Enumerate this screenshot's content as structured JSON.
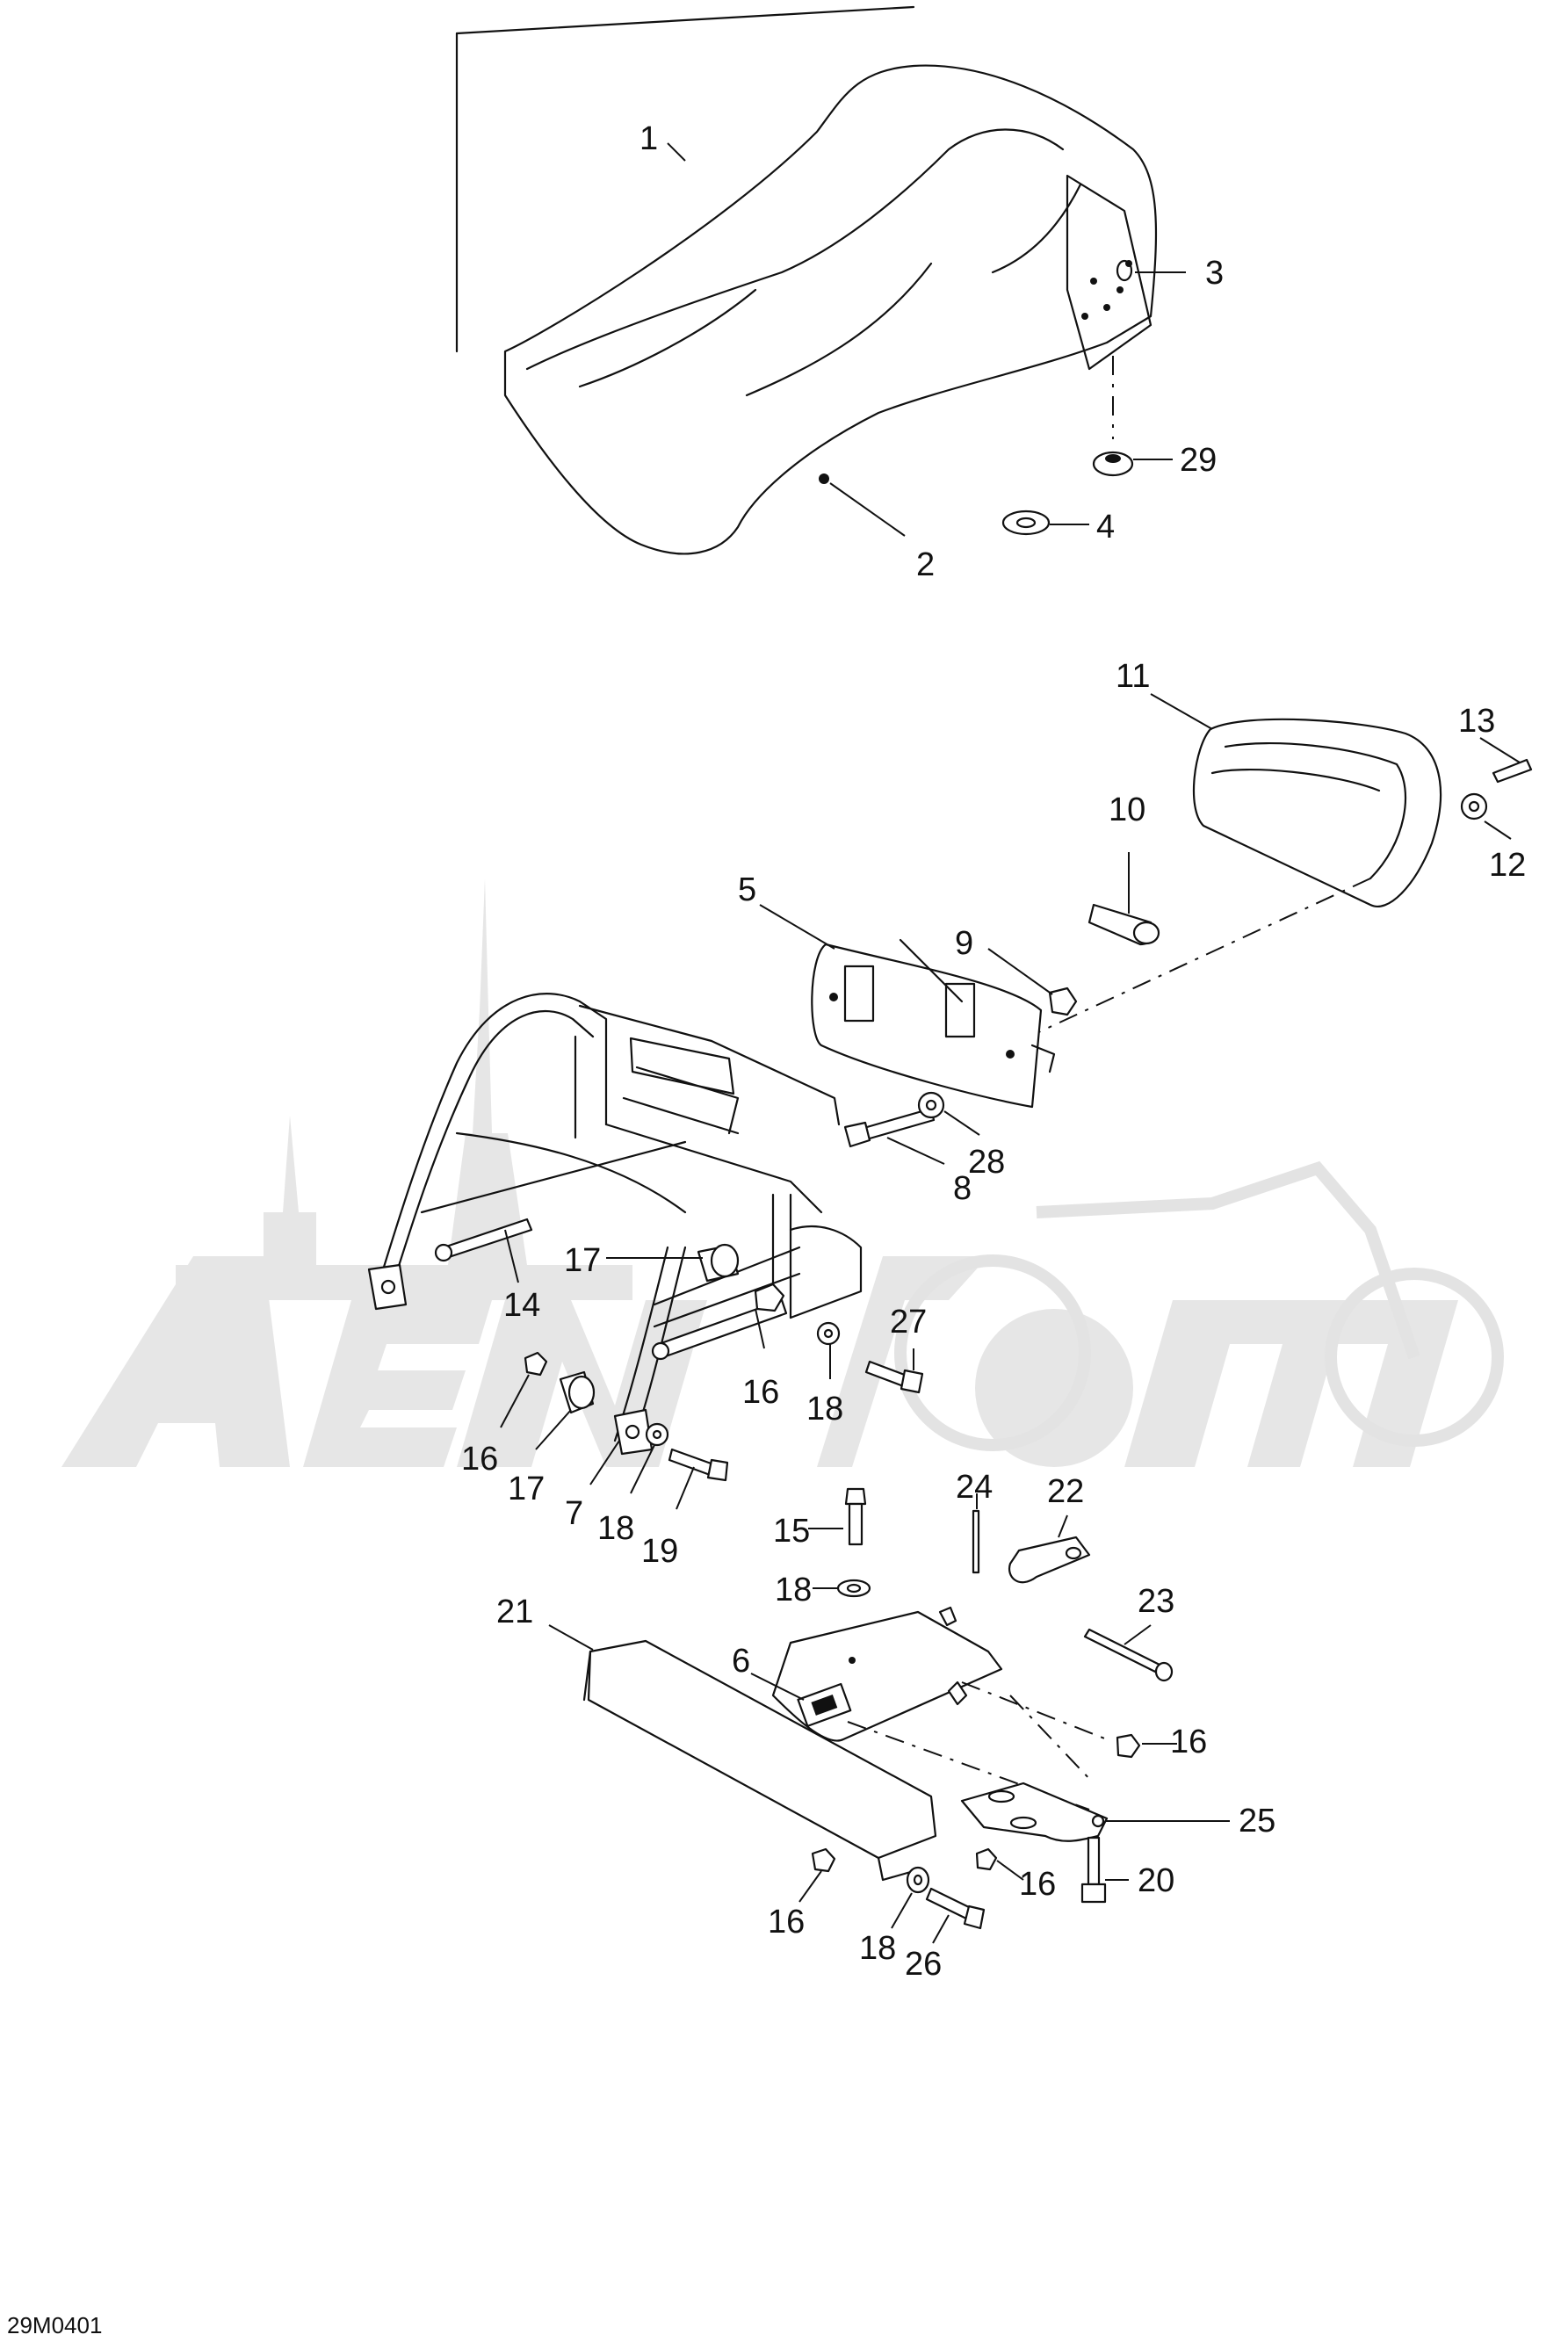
{
  "drawing_code": "29M0401",
  "callouts": [
    {
      "id": "c1",
      "label": "1"
    },
    {
      "id": "c2",
      "label": "2"
    },
    {
      "id": "c3",
      "label": "3"
    },
    {
      "id": "c29a",
      "label": "29"
    },
    {
      "id": "c4",
      "label": "4"
    },
    {
      "id": "c11",
      "label": "11"
    },
    {
      "id": "c13",
      "label": "13"
    },
    {
      "id": "c10",
      "label": "10"
    },
    {
      "id": "c12",
      "label": "12"
    },
    {
      "id": "c5",
      "label": "5"
    },
    {
      "id": "c9",
      "label": "9"
    },
    {
      "id": "c28",
      "label": "28"
    },
    {
      "id": "c8",
      "label": "8"
    },
    {
      "id": "c17a",
      "label": "17"
    },
    {
      "id": "c14",
      "label": "14"
    },
    {
      "id": "c27",
      "label": "27"
    },
    {
      "id": "c16a",
      "label": "16"
    },
    {
      "id": "c18a",
      "label": "18"
    },
    {
      "id": "c16b",
      "label": "16"
    },
    {
      "id": "c17b",
      "label": "17"
    },
    {
      "id": "c7",
      "label": "7"
    },
    {
      "id": "c18b",
      "label": "18"
    },
    {
      "id": "c19",
      "label": "19"
    },
    {
      "id": "c24",
      "label": "24"
    },
    {
      "id": "c22",
      "label": "22"
    },
    {
      "id": "c15",
      "label": "15"
    },
    {
      "id": "c18c",
      "label": "18"
    },
    {
      "id": "c23",
      "label": "23"
    },
    {
      "id": "c21",
      "label": "21"
    },
    {
      "id": "c6",
      "label": "6"
    },
    {
      "id": "c16c",
      "label": "16"
    },
    {
      "id": "c25",
      "label": "25"
    },
    {
      "id": "c16d",
      "label": "16"
    },
    {
      "id": "c20",
      "label": "20"
    },
    {
      "id": "c16e",
      "label": "16"
    },
    {
      "id": "c18d",
      "label": "18"
    },
    {
      "id": "c26",
      "label": "26"
    }
  ]
}
